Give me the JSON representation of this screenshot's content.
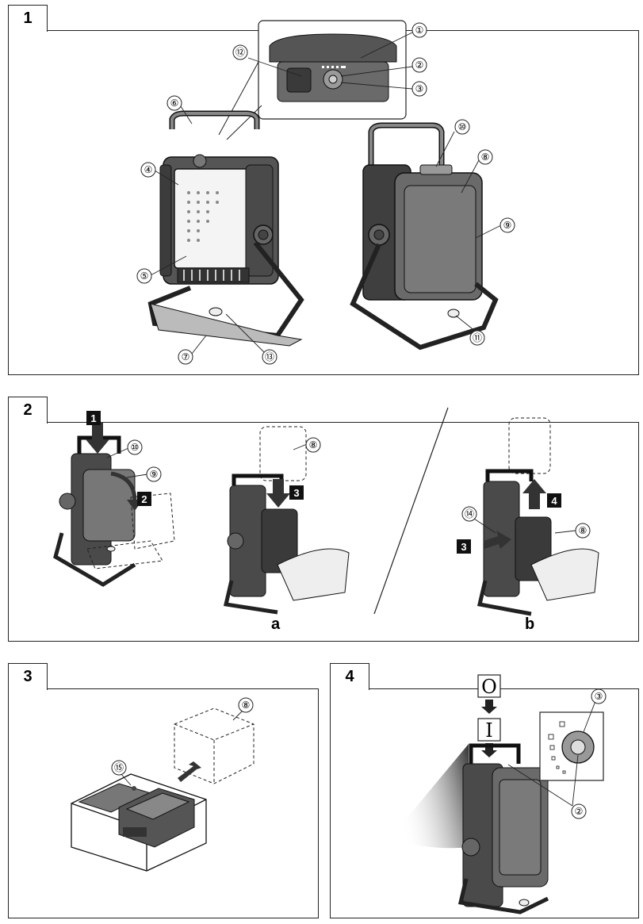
{
  "figures": [
    {
      "number": "1"
    },
    {
      "number": "2"
    },
    {
      "number": "3"
    },
    {
      "number": "4"
    }
  ],
  "fig1": {
    "callouts": [
      "①",
      "②",
      "③",
      "④",
      "⑤",
      "⑥",
      "⑦",
      "⑧",
      "⑨",
      "⑩",
      "⑪",
      "⑫",
      "⑬"
    ]
  },
  "fig2": {
    "callouts": {
      "c10": "⑩",
      "c9": "⑨",
      "c8a": "⑧",
      "c8b": "⑧",
      "c14": "⑭"
    },
    "steps": {
      "s1": "1",
      "s2": "2",
      "s3a": "3",
      "s3b": "3",
      "s4": "4"
    },
    "sublabels": {
      "a": "a",
      "b": "b"
    }
  },
  "fig3": {
    "callouts": {
      "c8": "⑧",
      "c15": "⑮"
    }
  },
  "fig4": {
    "callouts": {
      "c3": "③",
      "c2": "②"
    },
    "symbols": {
      "off": "O",
      "on": "I"
    }
  }
}
